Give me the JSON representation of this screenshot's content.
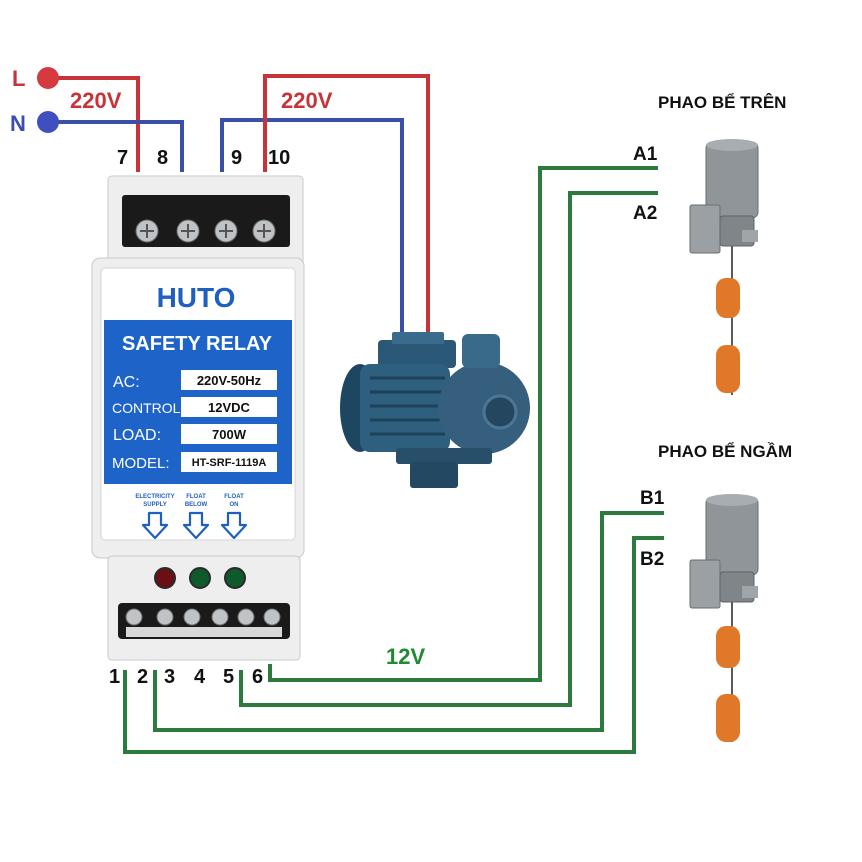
{
  "power": {
    "l_label": "L",
    "n_label": "N",
    "volt_left": "220V",
    "volt_right": "220V"
  },
  "terminals_top": [
    "7",
    "8",
    "9",
    "10"
  ],
  "terminals_bottom": [
    "1",
    "2",
    "3",
    "4",
    "5",
    "6"
  ],
  "control_voltage": "12V",
  "relay": {
    "brand": "HUTO",
    "title": "SAFETY RELAY",
    "specs": [
      {
        "label": "AC:",
        "value": "220V-50Hz"
      },
      {
        "label": "CONTROL:",
        "value": "12VDC"
      },
      {
        "label": "LOAD:",
        "value": "700W"
      },
      {
        "label": "MODEL:",
        "value": "HT-SRF-1119A"
      }
    ],
    "indicators": [
      {
        "label_1": "ELECTRICITY",
        "label_2": "SUPPLY"
      },
      {
        "label_1": "FLOAT",
        "label_2": "BELOW"
      },
      {
        "label_1": "FLOAT",
        "label_2": "ON"
      }
    ]
  },
  "upper_float": {
    "title": "PHAO BỂ TRÊN",
    "wire_1": "A1",
    "wire_2": "A2"
  },
  "lower_float": {
    "title": "PHAO BỂ NGẦM",
    "wire_1": "B1",
    "wire_2": "B2"
  },
  "colors": {
    "live": "#c8333a",
    "neutral": "#3c4fa8",
    "control": "#2c7a3e",
    "relay_blue": "#1e64c8",
    "pump": "#2f5f7e",
    "float_body": "#e0782a",
    "switch_grey": "#8f9599"
  },
  "icons": [
    "arrow-down-icon",
    "pump-icon",
    "float-switch-icon",
    "led-icon"
  ]
}
